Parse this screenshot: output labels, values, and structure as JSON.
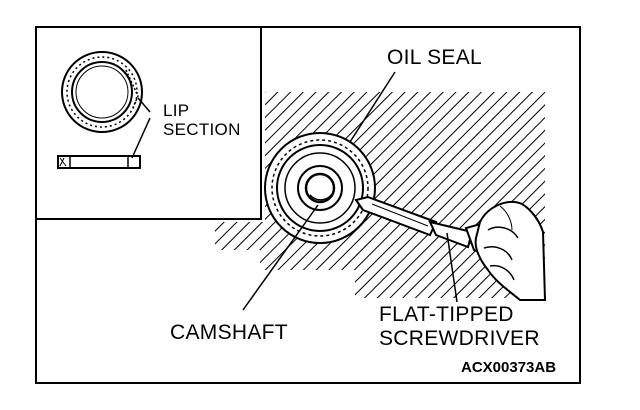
{
  "labels": {
    "oil_seal": "OIL SEAL",
    "lip_line1": "LIP",
    "lip_line2": "SECTION",
    "camshaft": "CAMSHAFT",
    "screwdriver_line1": "FLAT-TIPPED",
    "screwdriver_line2": "SCREWDRIVER",
    "figure_code": "ACX00373AB"
  }
}
